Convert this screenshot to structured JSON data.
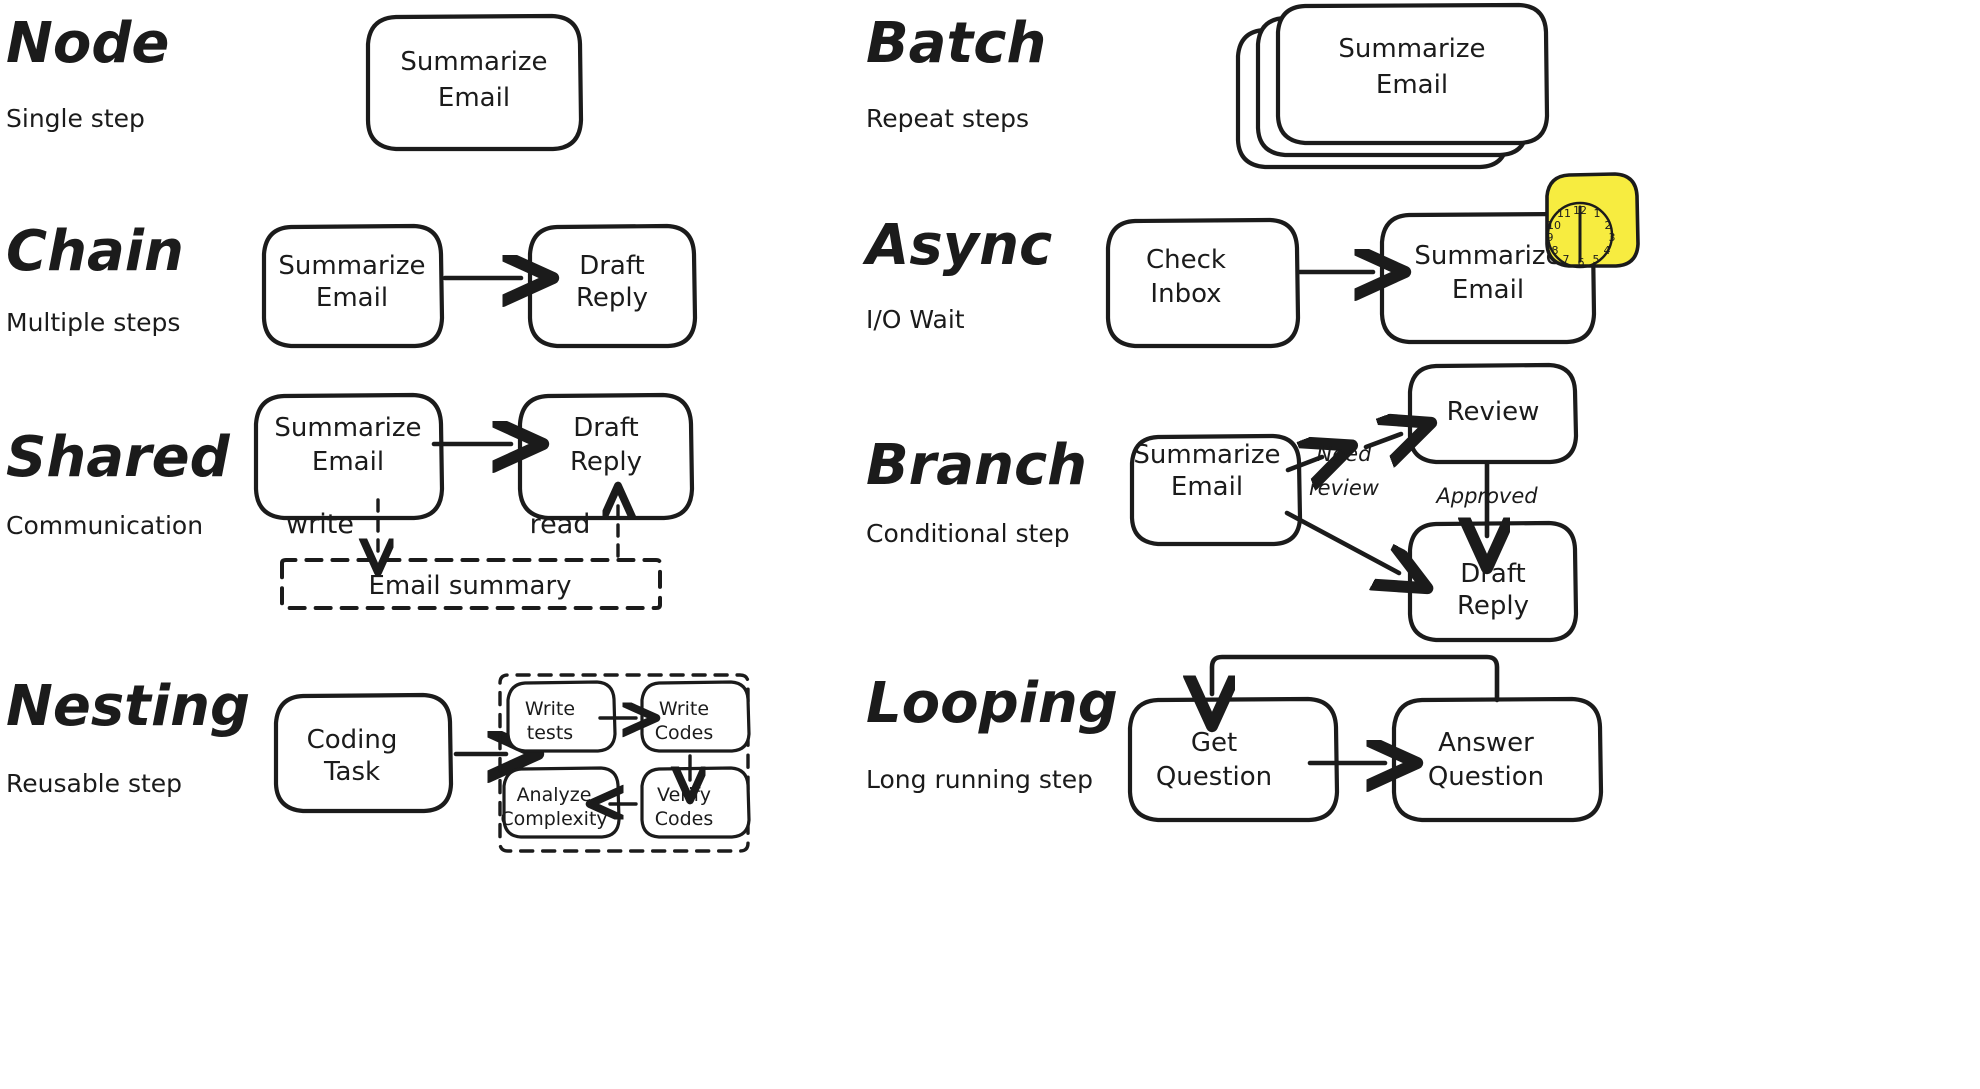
{
  "page": {
    "background": "#ffffff",
    "ink": "#1b1b1b",
    "accent_yellow": "#f7ec40"
  },
  "sections": [
    {
      "id": "node",
      "title": "Node",
      "subtitle": "Single step"
    },
    {
      "id": "batch",
      "title": "Batch",
      "subtitle": "Repeat steps"
    },
    {
      "id": "chain",
      "title": "Chain",
      "subtitle": "Multiple steps"
    },
    {
      "id": "async",
      "title": "Async",
      "subtitle": "I/O Wait"
    },
    {
      "id": "shared",
      "title": "Shared",
      "subtitle": "Communication"
    },
    {
      "id": "branch",
      "title": "Branch",
      "subtitle": "Conditional step"
    },
    {
      "id": "nesting",
      "title": "Nesting",
      "subtitle": "Reusable step"
    },
    {
      "id": "looping",
      "title": "Looping",
      "subtitle": "Long running step"
    }
  ],
  "node": {
    "box": {
      "line1": "Summarize",
      "line2": "Email"
    }
  },
  "batch": {
    "stack_count": 3,
    "box": {
      "line1": "Summarize",
      "line2": "Email"
    }
  },
  "chain": {
    "from": {
      "line1": "Summarize",
      "line2": "Email"
    },
    "to": {
      "line1": "Draft",
      "line2": "Reply"
    }
  },
  "async": {
    "from": {
      "line1": "Check",
      "line2": "Inbox"
    },
    "to": {
      "line1": "Summarize",
      "line2": "Email"
    },
    "clock": {
      "name": "clock-icon",
      "numbers": [
        "12",
        "1",
        "2",
        "3",
        "4",
        "5",
        "6",
        "7",
        "8",
        "9",
        "10",
        "11"
      ],
      "color": "#f7ec40"
    }
  },
  "shared": {
    "from": {
      "line1": "Summarize",
      "line2": "Email"
    },
    "to": {
      "line1": "Draft",
      "line2": "Reply"
    },
    "store": "Email summary",
    "write_label": "write",
    "read_label": "read"
  },
  "branch": {
    "source": {
      "line1": "Summarize",
      "line2": "Email"
    },
    "review": {
      "line1": "Review",
      "line2": ""
    },
    "draft": {
      "line1": "Draft",
      "line2": "Reply"
    },
    "label_need_review_1": "Need",
    "label_need_review_2": "review",
    "label_approved": "Approved"
  },
  "nesting": {
    "task": {
      "line1": "Coding",
      "line2": "Task"
    },
    "sub": [
      {
        "line1": "Write",
        "line2": "tests"
      },
      {
        "line1": "Write",
        "line2": "Codes"
      },
      {
        "line1": "Verify",
        "line2": "Codes"
      },
      {
        "line1": "Analyze",
        "line2": "Complexity"
      }
    ]
  },
  "looping": {
    "get": {
      "line1": "Get",
      "line2": "Question"
    },
    "answer": {
      "line1": "Answer",
      "line2": "Question"
    }
  }
}
